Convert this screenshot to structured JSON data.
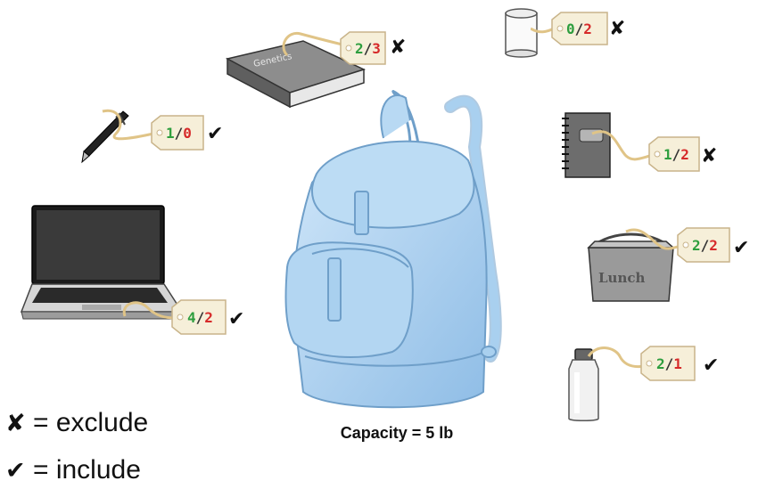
{
  "colors": {
    "weight": "#2e9e3e",
    "value": "#d62a2a",
    "tag_fill": "#f6efd9",
    "tag_border": "#c9b48a",
    "string": "#e0c487",
    "backpack": "#a9d0ef",
    "backpack_stroke": "#6f9fc9"
  },
  "symbols": {
    "exclude": "✘",
    "include": "✔"
  },
  "capacity_label": "Capacity = 5 lb",
  "legend": {
    "exclude_text": " = exclude",
    "include_text": " = include"
  },
  "items": [
    {
      "id": "book",
      "book_label": "Genetics",
      "weight": "2",
      "value": "3",
      "mark": "✘",
      "icon": "book-icon"
    },
    {
      "id": "candle",
      "weight": "0",
      "value": "2",
      "mark": "✘",
      "icon": "candle-icon"
    },
    {
      "id": "pen",
      "weight": "1",
      "value": "0",
      "mark": "✔",
      "icon": "pen-icon"
    },
    {
      "id": "notebook",
      "weight": "1",
      "value": "2",
      "mark": "✘",
      "icon": "notebook-icon"
    },
    {
      "id": "lunch",
      "box_label": "Lunch",
      "weight": "2",
      "value": "2",
      "mark": "✔",
      "icon": "lunchbox-icon"
    },
    {
      "id": "laptop",
      "weight": "4",
      "value": "2",
      "mark": "✔",
      "icon": "laptop-icon"
    },
    {
      "id": "bottle",
      "weight": "2",
      "value": "1",
      "mark": "✔",
      "icon": "water-bottle-icon"
    }
  ]
}
